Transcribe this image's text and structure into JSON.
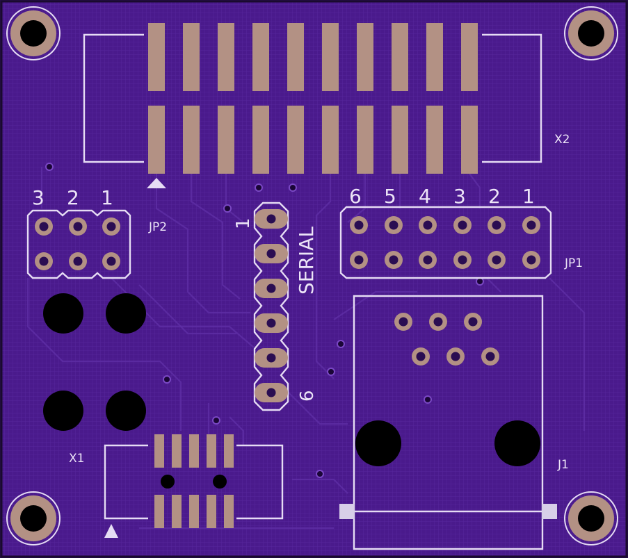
{
  "board": {
    "colors": {
      "substrate": "#4a1a8c",
      "copper_pad": "#b39184",
      "silkscreen": "#e6dcf4",
      "outline": "#1a0a2e"
    }
  },
  "labels": {
    "x2": "X2",
    "jp2": "JP2",
    "jp1": "JP1",
    "x1": "X1",
    "j1": "J1",
    "serial": "SERIAL",
    "serial_pin_first": "1",
    "serial_pin_last": "6"
  },
  "jp2_pin_numbers": [
    "3",
    "2",
    "1"
  ],
  "jp1_pin_numbers": [
    "6",
    "5",
    "4",
    "3",
    "2",
    "1"
  ]
}
